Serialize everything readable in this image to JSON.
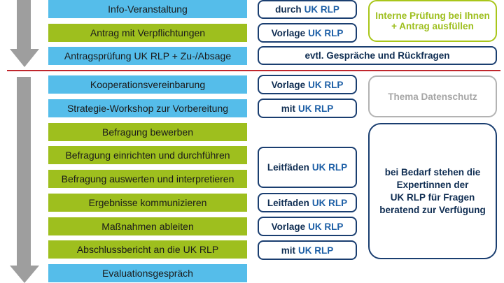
{
  "phase1": {
    "steps": [
      {
        "label": "Info-Veranstaltung",
        "color": "#55bdea"
      },
      {
        "label": "Antrag mit Verpflichtungen",
        "color": "#9ebf1e"
      },
      {
        "label": "Antragsprüfung UK RLP + Zu-/Absage",
        "color": "#55bdea"
      }
    ],
    "pills": [
      {
        "text": "durch",
        "accent": "UK RLP"
      },
      {
        "text": "Vorlage",
        "accent": "UK RLP"
      },
      {
        "text": "evtl. Gespräche und Rückfragen",
        "accent": ""
      }
    ],
    "note": {
      "line1": "Interne Prüfung bei Ihnen",
      "line2": "+ Antrag ausfüllen",
      "color": "#a9c61a"
    }
  },
  "phase2": {
    "steps": [
      {
        "label": "Kooperationsvereinbarung",
        "color": "#55bdea"
      },
      {
        "label": "Strategie-Workshop zur Vorbereitung",
        "color": "#55bdea"
      },
      {
        "label": "Befragung bewerben",
        "color": "#9ebf1e"
      },
      {
        "label": "Befragung einrichten und durchführen",
        "color": "#9ebf1e"
      },
      {
        "label": "Befragung auswerten und interpretieren",
        "color": "#9ebf1e"
      },
      {
        "label": "Ergebnisse kommunizieren",
        "color": "#9ebf1e"
      },
      {
        "label": "Maßnahmen ableiten",
        "color": "#9ebf1e"
      },
      {
        "label": "Abschlussbericht an die UK RLP",
        "color": "#9ebf1e"
      },
      {
        "label": "Evaluationsgespräch",
        "color": "#55bdea"
      }
    ],
    "pills": [
      {
        "text": "Vorlage",
        "accent": "UK RLP"
      },
      {
        "text": "mit",
        "accent": "UK RLP"
      },
      {
        "text": "Leitfäden",
        "accent": "UK RLP"
      },
      {
        "text": "Leitfaden",
        "accent": "UK RLP"
      },
      {
        "text": "Vorlage",
        "accent": "UK RLP"
      },
      {
        "text": "mit",
        "accent": "UK RLP"
      }
    ],
    "privacy_note": "Thema Datenschutz",
    "support_note": {
      "line1": "bei Bedarf stehen die",
      "line2": "Expertinnen der",
      "line3": "UK RLP für Fragen",
      "line4": "beratend zur Verfügung"
    }
  },
  "colors": {
    "blue": "#55bdea",
    "green": "#9ebf1e",
    "navy": "#1a3e70",
    "divider": "#c0272d",
    "arrow": "#9e9e9e"
  }
}
